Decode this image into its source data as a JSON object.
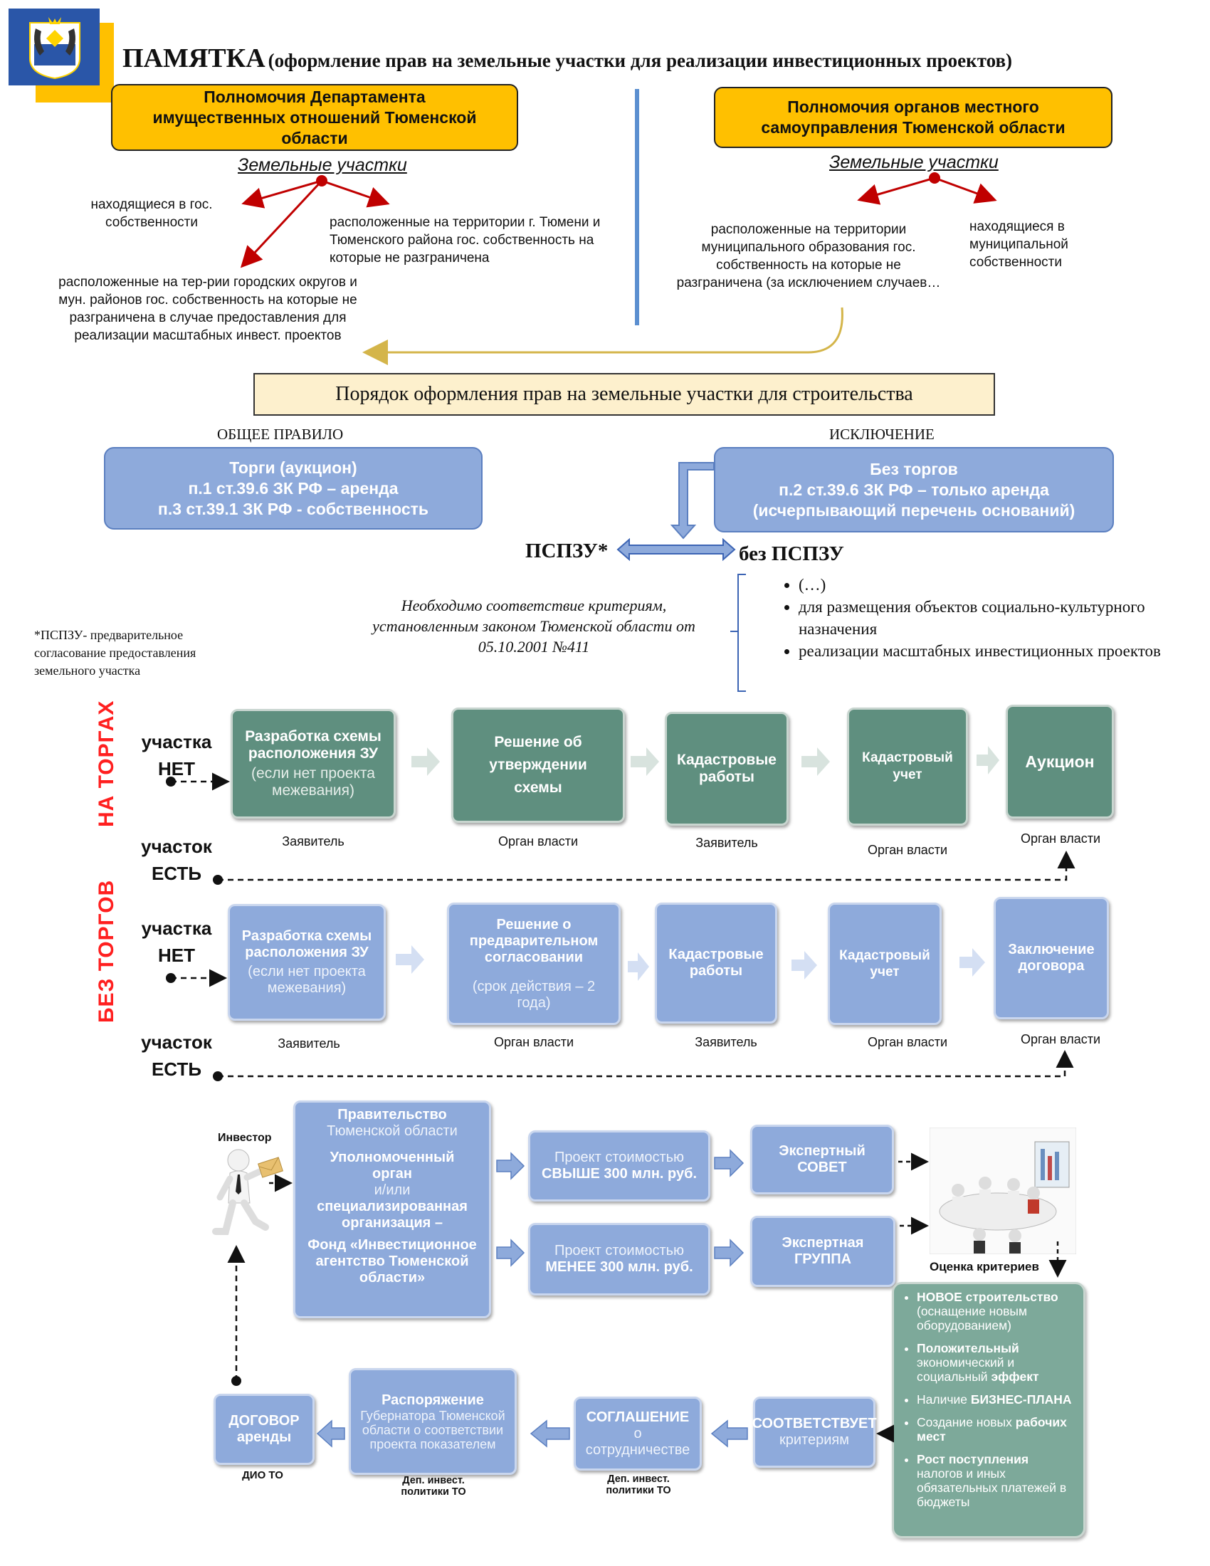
{
  "header": {
    "title_main": "ПАМЯТКА",
    "title_sub": "(оформление прав на земельные участки для реализации инвестиционных проектов)"
  },
  "left_authority": {
    "title": "Полномочия Департамента имущественных отношений Тюменской области",
    "land_plots": "Земельные участки",
    "item1": "находящиеся в гос. собственности",
    "item2": "расположенные на территории г. Тюмени и Тюменского района гос. собственность на которые не разграничена",
    "item3": "расположенные на тер-рии городских округов и мун. районов гос. собственность на которые не разграничена в случае предоставления для реализации масштабных инвест. проектов"
  },
  "right_authority": {
    "title": "Полномочия органов местного самоуправления Тюменской области",
    "land_plots": "Земельные участки",
    "item1": "расположенные на территории муниципального образования гос. собственность на которые не разграничена (за исключением случаев…",
    "item2": "находящиеся в муниципальной собственности"
  },
  "procedure": {
    "title": "Порядок оформления прав на земельные участки для строительства",
    "general_rule": "ОБЩЕЕ ПРАВИЛО",
    "exception": "ИСКЛЮЧЕНИЕ",
    "tenders_title": "Торги (аукцион)",
    "tenders_line1": "п.1 ст.39.6 ЗК РФ – аренда",
    "tenders_line2": "п.3 ст.39.1 ЗК РФ - собственность",
    "no_tenders_title": "Без торгов",
    "no_tenders_line1": "п.2 ст.39.6 ЗК РФ – только аренда",
    "no_tenders_line2": "(исчерпывающий перечень оснований)",
    "pspzu": "ПСПЗУ*",
    "no_pspzu": "без ПСПЗУ",
    "criteria_note": "Необходимо соответствие критериям, установленным законом Тюменской области от 05.10.2001 №411",
    "bullets": [
      "(…)",
      "для размещения объектов социально-культурного назначения",
      "реализации масштабных инвестиционных проектов"
    ],
    "footnote": "*ПСПЗУ- предварительное согласование предоставления земельного участка"
  },
  "side_labels": {
    "no_plot": "участка НЕТ",
    "has_plot": "участок ЕСТЬ"
  },
  "tenders_flow": {
    "section": "НА ТОРГАХ",
    "steps": [
      {
        "title": "Разработка схемы расположения ЗУ",
        "sub": "(если нет проекта межевания)",
        "who": "Заявитель"
      },
      {
        "title": "Решение об утверждении схемы",
        "sub": "",
        "who": "Орган власти"
      },
      {
        "title": "Кадастровые работы",
        "sub": "",
        "who": "Заявитель"
      },
      {
        "title": "Кадастровый учет",
        "sub": "",
        "who": "Орган власти"
      },
      {
        "title": "Аукцион",
        "sub": "",
        "who": "Орган власти"
      }
    ]
  },
  "no_tenders_flow": {
    "section": "БЕЗ ТОРГОВ",
    "steps": [
      {
        "title": "Разработка схемы расположения ЗУ",
        "sub": "(если нет проекта межевания)",
        "who": "Заявитель"
      },
      {
        "title": "Решение о предварительном согласовании",
        "sub": "(срок действия – 2 года)",
        "who": "Орган власти"
      },
      {
        "title": "Кадастровые работы",
        "sub": "",
        "who": "Заявитель"
      },
      {
        "title": "Кадастровый учет",
        "sub": "",
        "who": "Орган власти"
      },
      {
        "title": "Заключение договора",
        "sub": "",
        "who": "Орган власти"
      }
    ]
  },
  "investor": {
    "label": "Инвестор",
    "gov_title": "Правительство",
    "gov_sub": "Тюменской области",
    "authorized": "Уполномоченный орган",
    "and_or": "и/или",
    "specialized": "специализированная организация –",
    "fund": "Фонд «Инвестиционное агентство Тюменской области»",
    "project_over_line1": "Проект стоимостью",
    "project_over_line2": "СВЫШЕ 300 млн. руб.",
    "project_under_line1": "Проект стоимостью",
    "project_under_line2": "МЕНЕЕ 300 млн. руб.",
    "expert_council": "Экспертный СОВЕТ",
    "expert_group": "Экспертная ГРУППА",
    "criteria_eval": "Оценка критериев",
    "complies_title": "СООТВЕТСТВУЕТ",
    "complies_sub": "критериям",
    "agreement_title": "СОГЛАШЕНИЕ",
    "agreement_sub": "о сотрудничестве",
    "agreement_who": "Деп. инвест. политики ТО",
    "order_title": "Распоряжение",
    "order_sub": "Губернатора Тюменской области о соответствии проекта показателем",
    "order_who": "Деп. инвест. политики ТО",
    "lease_title": "ДОГОВОР аренды",
    "lease_who": "ДИО ТО"
  },
  "criteria_list": {
    "c1_bold": "НОВОЕ строительство",
    "c1_rest": "(оснащение новым оборудованием)",
    "c2_bold": "Положительный",
    "c2_mid": "экономический и социальный",
    "c2_bold2": "эффект",
    "c3_pre": "Наличие",
    "c3_bold": "БИЗНЕС-ПЛАНА",
    "c4_pre": "Создание новых",
    "c4_bold": "рабочих мест",
    "c5_bold": "Рост поступления",
    "c5_rest": "налогов и иных обязательных платежей в бюджеты"
  },
  "colors": {
    "gold": "#ffc000",
    "blue_box": "#8eaadb",
    "green_box": "#5f8f7f",
    "red_arrow": "#c00000",
    "divider": "#5b8fd0",
    "section_red": "#ff1f1f"
  }
}
